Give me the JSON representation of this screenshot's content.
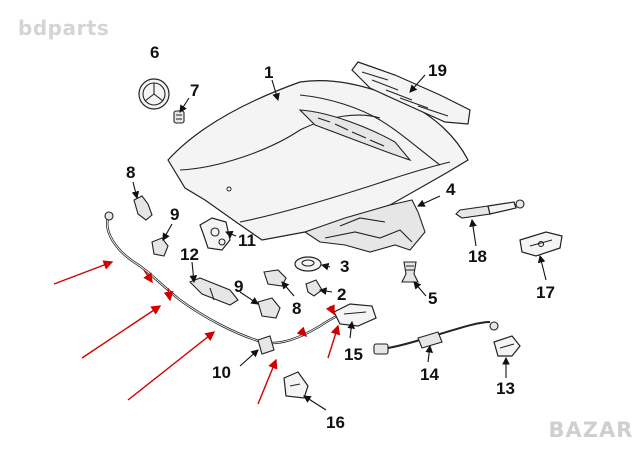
{
  "watermark": "bdparts",
  "badge": "BAZAR",
  "callouts": [
    "1",
    "2",
    "3",
    "4",
    "5",
    "6",
    "7",
    "8",
    "8",
    "9",
    "9",
    "10",
    "11",
    "12",
    "13",
    "14",
    "15",
    "16",
    "17",
    "18",
    "19"
  ],
  "accent_color": "#d10000"
}
